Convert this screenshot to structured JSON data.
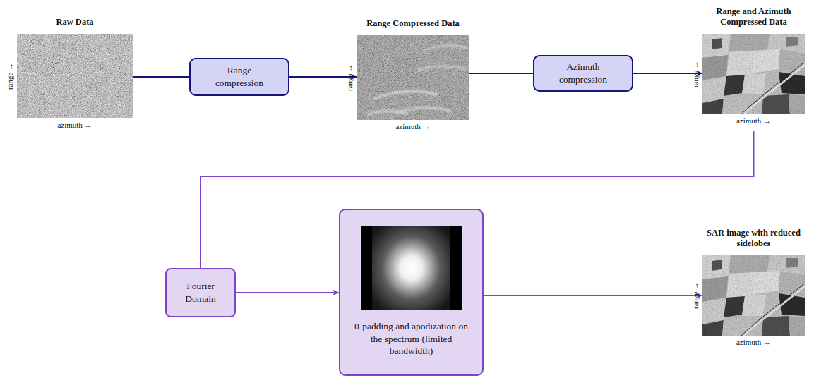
{
  "diagram": {
    "nodes": [
      {
        "text": [
          "Raw Data",
          "range →",
          "azimuth →"
        ]
      },
      {
        "text": [
          "Range compression"
        ]
      },
      {
        "text": [
          "Range Compressed Data",
          "range →",
          "azimuth →"
        ]
      },
      {
        "text": [
          "Azimuth compression"
        ]
      },
      {
        "text": [
          "Range and Azimuth Compressed Data",
          "range →",
          "azimuth →"
        ]
      },
      {
        "text": [
          "Fourier Domain"
        ]
      },
      {
        "text": [
          "0-padding and apodization on the spectrum (limited bandwidth)"
        ]
      },
      {
        "text": [
          "SAR image with reduced sidelobes",
          "range →",
          "azimuth →"
        ]
      }
    ],
    "edges": [
      {
        "from": 0,
        "to": 1,
        "arrow": "none"
      },
      {
        "from": 1,
        "to": 2,
        "arrow": "to"
      },
      {
        "from": 2,
        "to": 3,
        "arrow": "none"
      },
      {
        "from": 3,
        "to": 4,
        "arrow": "to"
      },
      {
        "from": 4,
        "to": 5,
        "arrow": "none"
      },
      {
        "from": 5,
        "to": 6,
        "arrow": "to"
      },
      {
        "from": 6,
        "to": 7,
        "arrow": "to"
      }
    ]
  }
}
